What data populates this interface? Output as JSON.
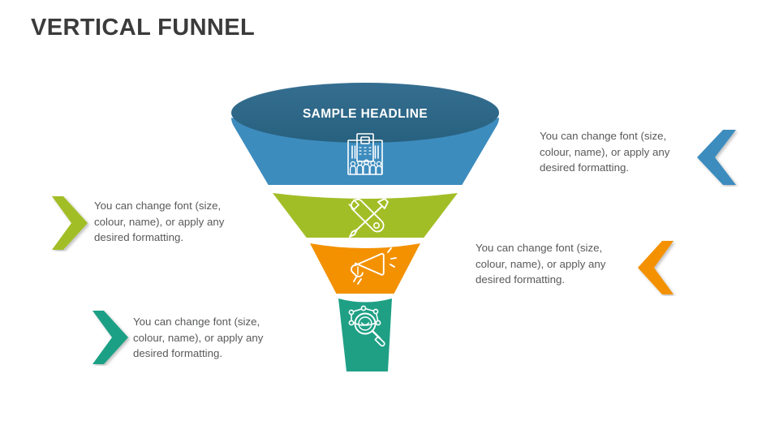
{
  "slide": {
    "title": "VERTICAL FUNNEL",
    "background_color": "#ffffff"
  },
  "funnel": {
    "headline": "SAMPLE HEADLINE",
    "headline_color": "#ffffff",
    "top_ellipse_color": "#2E6A8E",
    "segments": [
      {
        "id": "blue",
        "color": "#3D8CBE",
        "icon": "office-building-icon"
      },
      {
        "id": "green",
        "color": "#A2BE27",
        "icon": "tools-icon"
      },
      {
        "id": "orange",
        "color": "#F39100",
        "icon": "megaphone-icon"
      },
      {
        "id": "teal",
        "color": "#1FA085",
        "icon": "search-network-icon"
      }
    ]
  },
  "callouts": [
    {
      "id": "blue",
      "text": "You can change font (size, colour, name), or apply any desired formatting.",
      "color": "#3D8CBE",
      "side": "right",
      "arrow": "chevron-left-icon"
    },
    {
      "id": "green",
      "text": "You can change font (size, colour, name), or apply any desired formatting.",
      "color": "#A2BE27",
      "side": "left",
      "arrow": "chevron-right-icon"
    },
    {
      "id": "orange",
      "text": "You can change font (size, colour, name), or apply any desired formatting.",
      "color": "#F39100",
      "side": "right",
      "arrow": "chevron-left-icon"
    },
    {
      "id": "teal",
      "text": "You can change font (size, colour, name), or apply any desired formatting.",
      "color": "#1FA085",
      "side": "left",
      "arrow": "chevron-right-icon"
    }
  ],
  "text_color": "#58595b",
  "title_color": "#3b3b3b"
}
